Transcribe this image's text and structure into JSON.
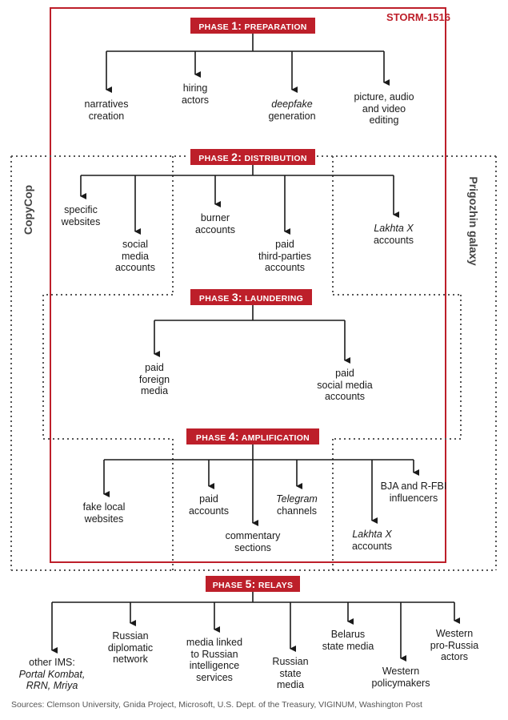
{
  "header": {
    "storm_label": "STORM-1516"
  },
  "groups": {
    "left": "CopyCop",
    "right": "Prigozhin galaxy"
  },
  "phases": [
    {
      "prefix": "PHASE ",
      "num": "1:",
      "name": "PREPARATION"
    },
    {
      "prefix": "PHASE ",
      "num": "2:",
      "name": "DISTRIBUTION"
    },
    {
      "prefix": "PHASE ",
      "num": "3:",
      "name": "LAUNDERING"
    },
    {
      "prefix": "PHASE ",
      "num": "4:",
      "name": "AMPLIFICATION"
    },
    {
      "prefix": "PHASE ",
      "num": "5:",
      "name": "RELAYS"
    }
  ],
  "phase1": {
    "narratives": [
      "narratives",
      "creation"
    ],
    "hiring": [
      "hiring",
      "actors"
    ],
    "deepfake_italic": "deepfake",
    "deepfake_rest": "generation",
    "editing": [
      "picture, audio",
      "and video",
      "editing"
    ]
  },
  "phase2": {
    "specific": [
      "specific",
      "websites"
    ],
    "social": [
      "social",
      "media",
      "accounts"
    ],
    "burner": [
      "burner",
      "accounts"
    ],
    "paid_third": [
      "paid",
      "third-parties",
      "accounts"
    ],
    "lakhta_italic": "Lakhta X",
    "lakhta_rest": "accounts"
  },
  "phase3": {
    "foreign": [
      "paid",
      "foreign",
      "media"
    ],
    "social": [
      "paid",
      "social media",
      "accounts"
    ]
  },
  "phase4": {
    "fake_local": [
      "fake local",
      "websites"
    ],
    "paid_accounts": [
      "paid",
      "accounts"
    ],
    "commentary": [
      "commentary",
      "sections"
    ],
    "telegram_italic": "Telegram",
    "telegram_rest": "channels",
    "bja": [
      "BJA and R-FBI",
      "influencers"
    ],
    "lakhta_italic": "Lakhta X",
    "lakhta_rest": "accounts"
  },
  "phase5": {
    "other_ims_line1": "other IMS:",
    "other_ims_italic1": "Portal Kombat,",
    "other_ims_italic2": "RRN, Mriya",
    "diplomatic": [
      "Russian",
      "diplomatic",
      "network"
    ],
    "media_linked": [
      "media linked",
      "to Russian",
      "intelligence",
      "services"
    ],
    "state_media": [
      "Russian",
      "state",
      "media"
    ],
    "belarus": [
      "Belarus",
      "state media"
    ],
    "policymakers": [
      "Western",
      "policymakers"
    ],
    "pro_russia": [
      "Western",
      "pro-Russia",
      "actors"
    ]
  },
  "footer": {
    "sources": "Sources: Clemson University, Gnida Project, Microsoft, U.S. Dept. of the Treasury, VIGINUM, Washington Post"
  },
  "colors": {
    "accent": "#bd1f2a",
    "line": "#1a1a1a",
    "dots": "#555555"
  }
}
